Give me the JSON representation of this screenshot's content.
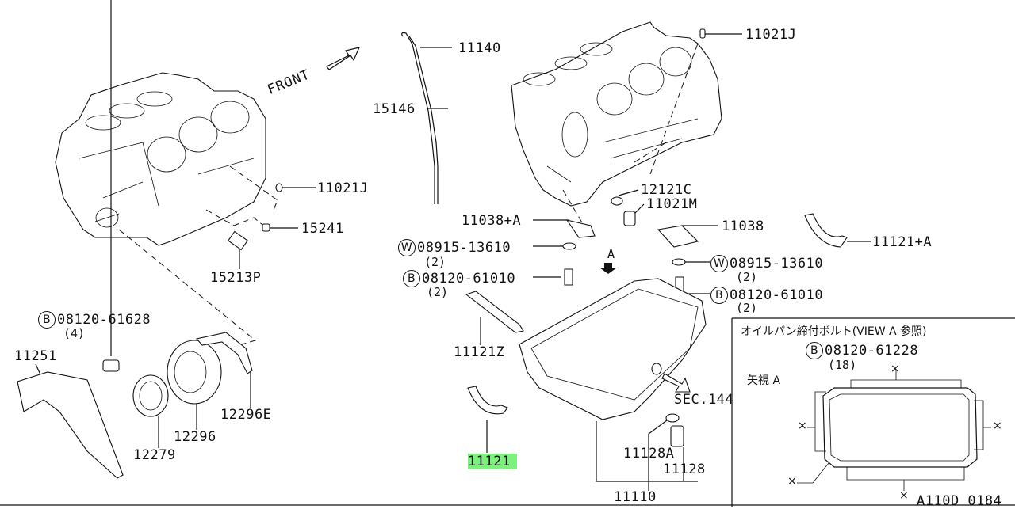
{
  "diagram": {
    "front_indicator": "FRONT",
    "view_arrow_label": "A",
    "section_ref": "SEC.144",
    "drawing_code": "A110D 0184",
    "highlight_color": "#7cf27c",
    "parts": {
      "p11140": "11140",
      "p15146": "15146",
      "p11021j_top": "11021J",
      "p11021j_left": "11021J",
      "p15241": "15241",
      "p15213p": "15213P",
      "p12121c": "12121C",
      "p11021m": "11021M",
      "p11038a": "11038+A",
      "p11038": "11038",
      "p11121a": "11121+A",
      "p11121z": "11121Z",
      "p11121": "11121",
      "p11251": "11251",
      "p12279": "12279",
      "p12296": "12296",
      "p12296e": "12296E",
      "p11128a": "11128A",
      "p11128": "11128",
      "p11110": "11110"
    },
    "fasteners": {
      "washer_left": {
        "symbol": "W",
        "number": "08915-13610",
        "qty": "(2)"
      },
      "bolt_left": {
        "symbol": "B",
        "number": "08120-61010",
        "qty": "(2)"
      },
      "washer_right": {
        "symbol": "W",
        "number": "08915-13610",
        "qty": "(2)"
      },
      "bolt_right": {
        "symbol": "B",
        "number": "08120-61010",
        "qty": "(2)"
      },
      "bolt_rear": {
        "symbol": "B",
        "number": "08120-61628",
        "qty": "(4)"
      }
    },
    "inset": {
      "title": "オイルパン締付ボルト(VIEW A 参照)",
      "bolt": {
        "symbol": "B",
        "number": "08120-61228",
        "qty": "(18)"
      },
      "view_label": "矢視 A",
      "mark": "×"
    }
  }
}
